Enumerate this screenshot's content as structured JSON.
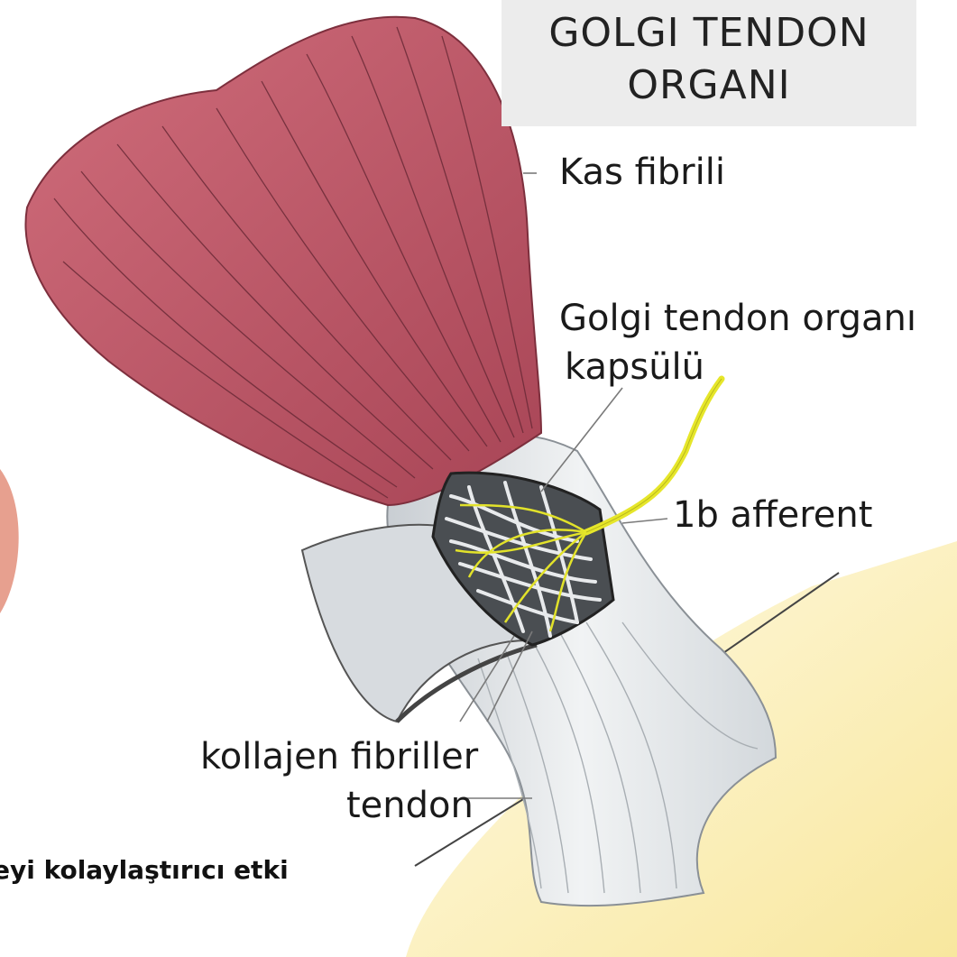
{
  "title": {
    "line1": "GOLGI TENDON",
    "line2": "ORGANI"
  },
  "labels": {
    "kas_fibrili": "Kas fibrili",
    "gto_line1": "Golgi tendon organı",
    "gto_line2": "kapsülü",
    "afferent": "1b afferent",
    "kollajen": "kollajen fibriller",
    "tendon": "tendon"
  },
  "caption": "eyi kolaylaştırıcı etki",
  "colors": {
    "muscle": "#c05a6a",
    "tendon": "#dfe3e6",
    "nerve": "#e6e62a",
    "bone": "#fdf3c4",
    "title_bg": "#ececec"
  }
}
